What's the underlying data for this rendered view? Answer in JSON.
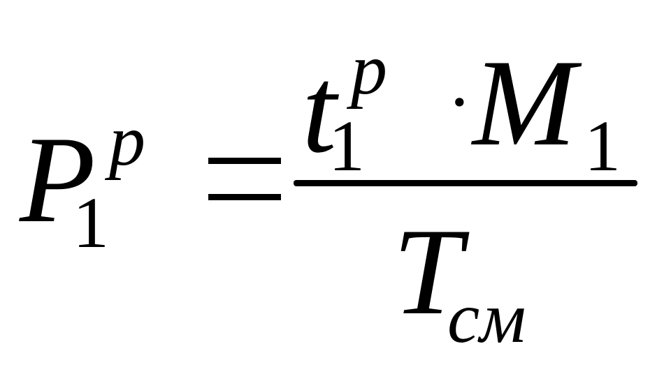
{
  "formula": {
    "lhs": {
      "base": "P",
      "subscript": "1",
      "superscript": "p"
    },
    "relation": "=",
    "numerator": {
      "t": {
        "base": "t",
        "subscript": "1",
        "superscript": "p"
      },
      "operator": "·",
      "m": {
        "base": "M",
        "subscript": "1"
      }
    },
    "denominator": {
      "base": "T",
      "subscript": "см"
    }
  }
}
